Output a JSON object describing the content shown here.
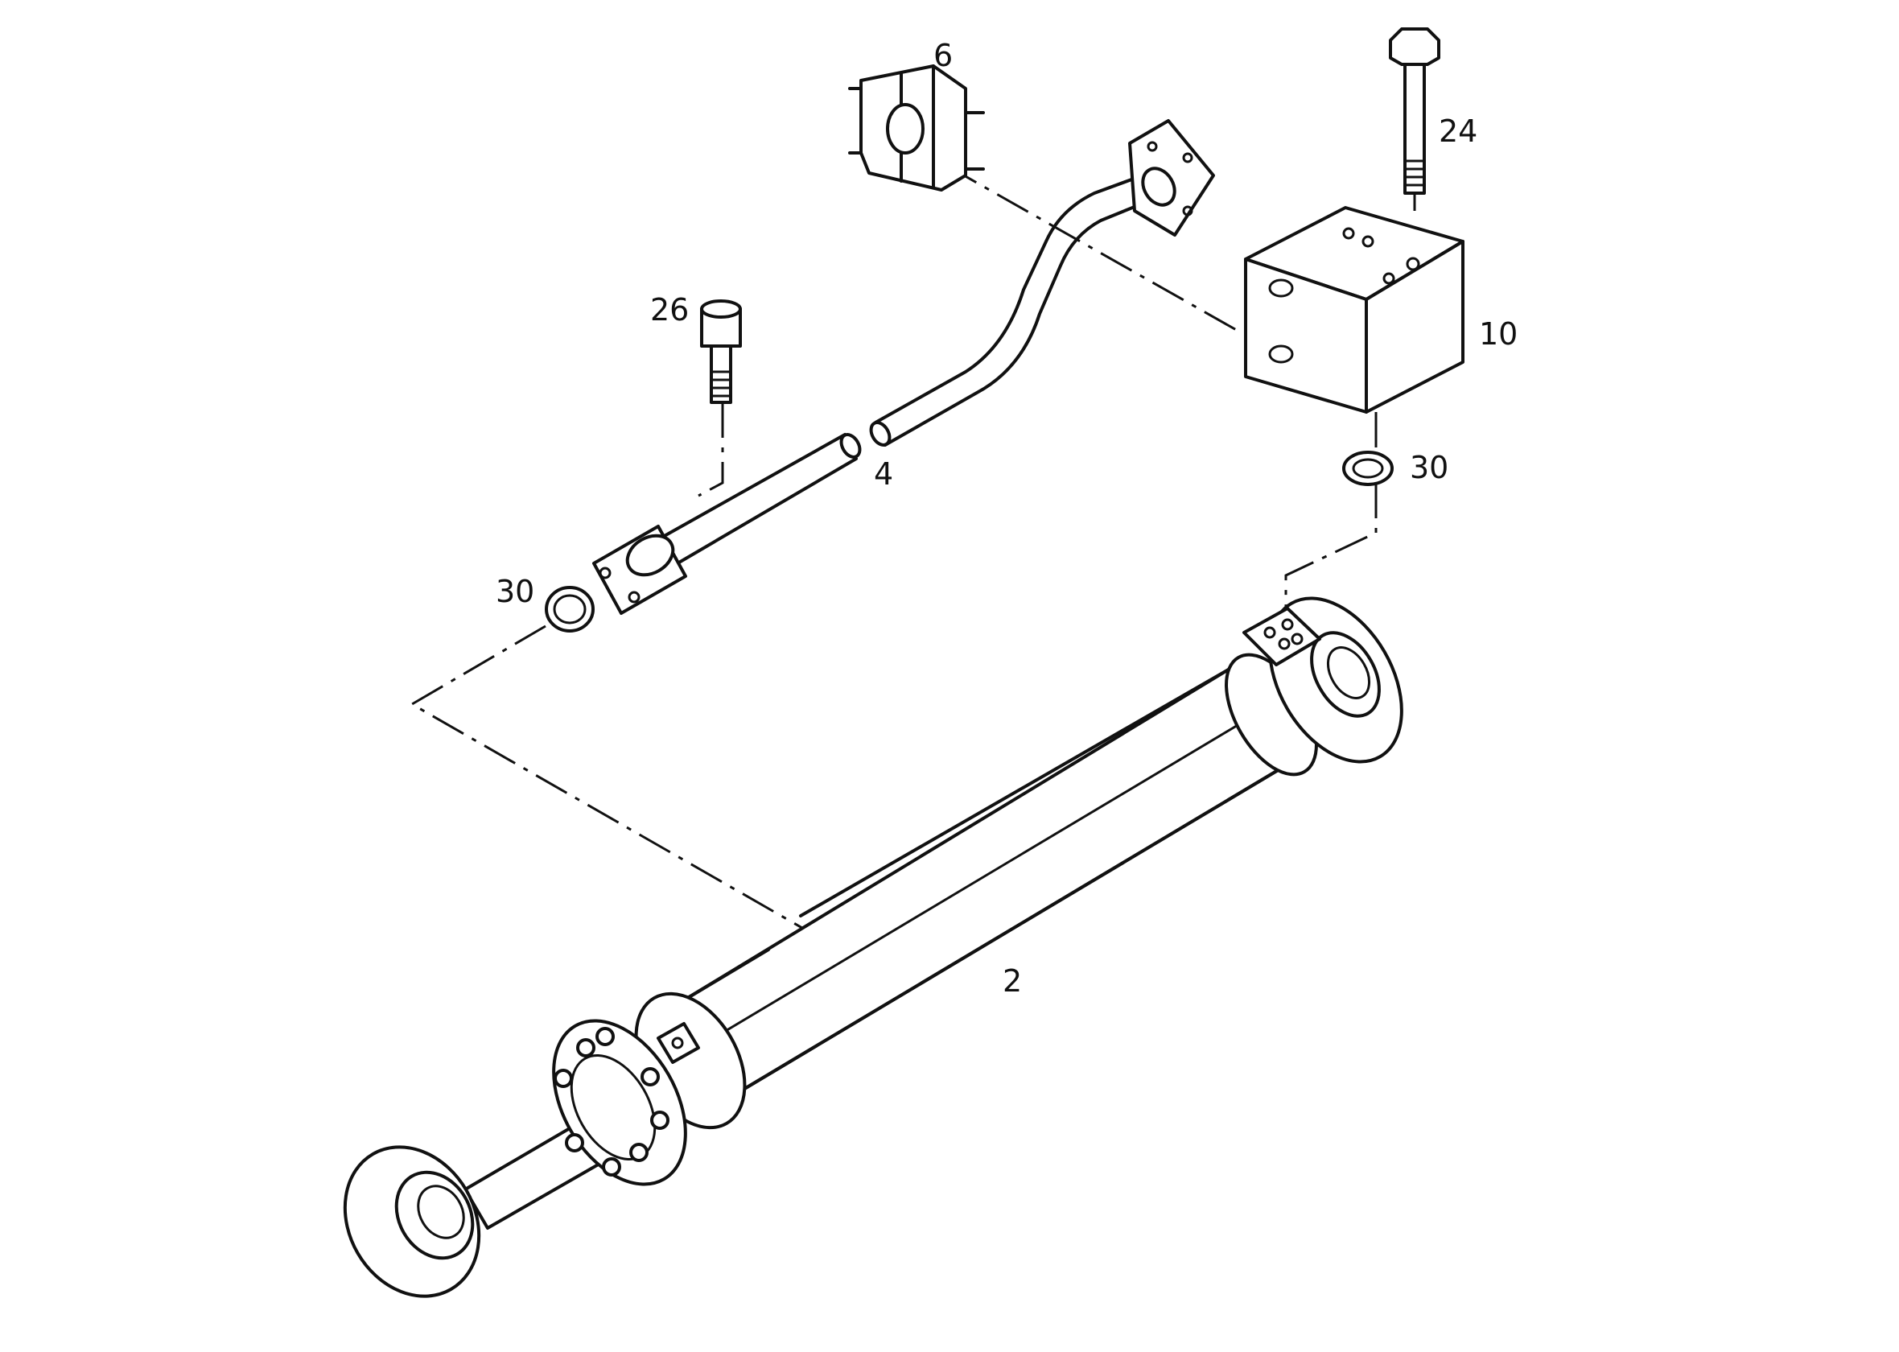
{
  "diagram": {
    "callouts": {
      "part_2": "2",
      "part_4": "4",
      "part_6": "6",
      "part_10": "10",
      "part_24": "24",
      "part_26": "26",
      "part_30_left": "30",
      "part_30_right": "30"
    },
    "colors": {
      "ink": "#111111",
      "paper": "#ffffff"
    }
  }
}
